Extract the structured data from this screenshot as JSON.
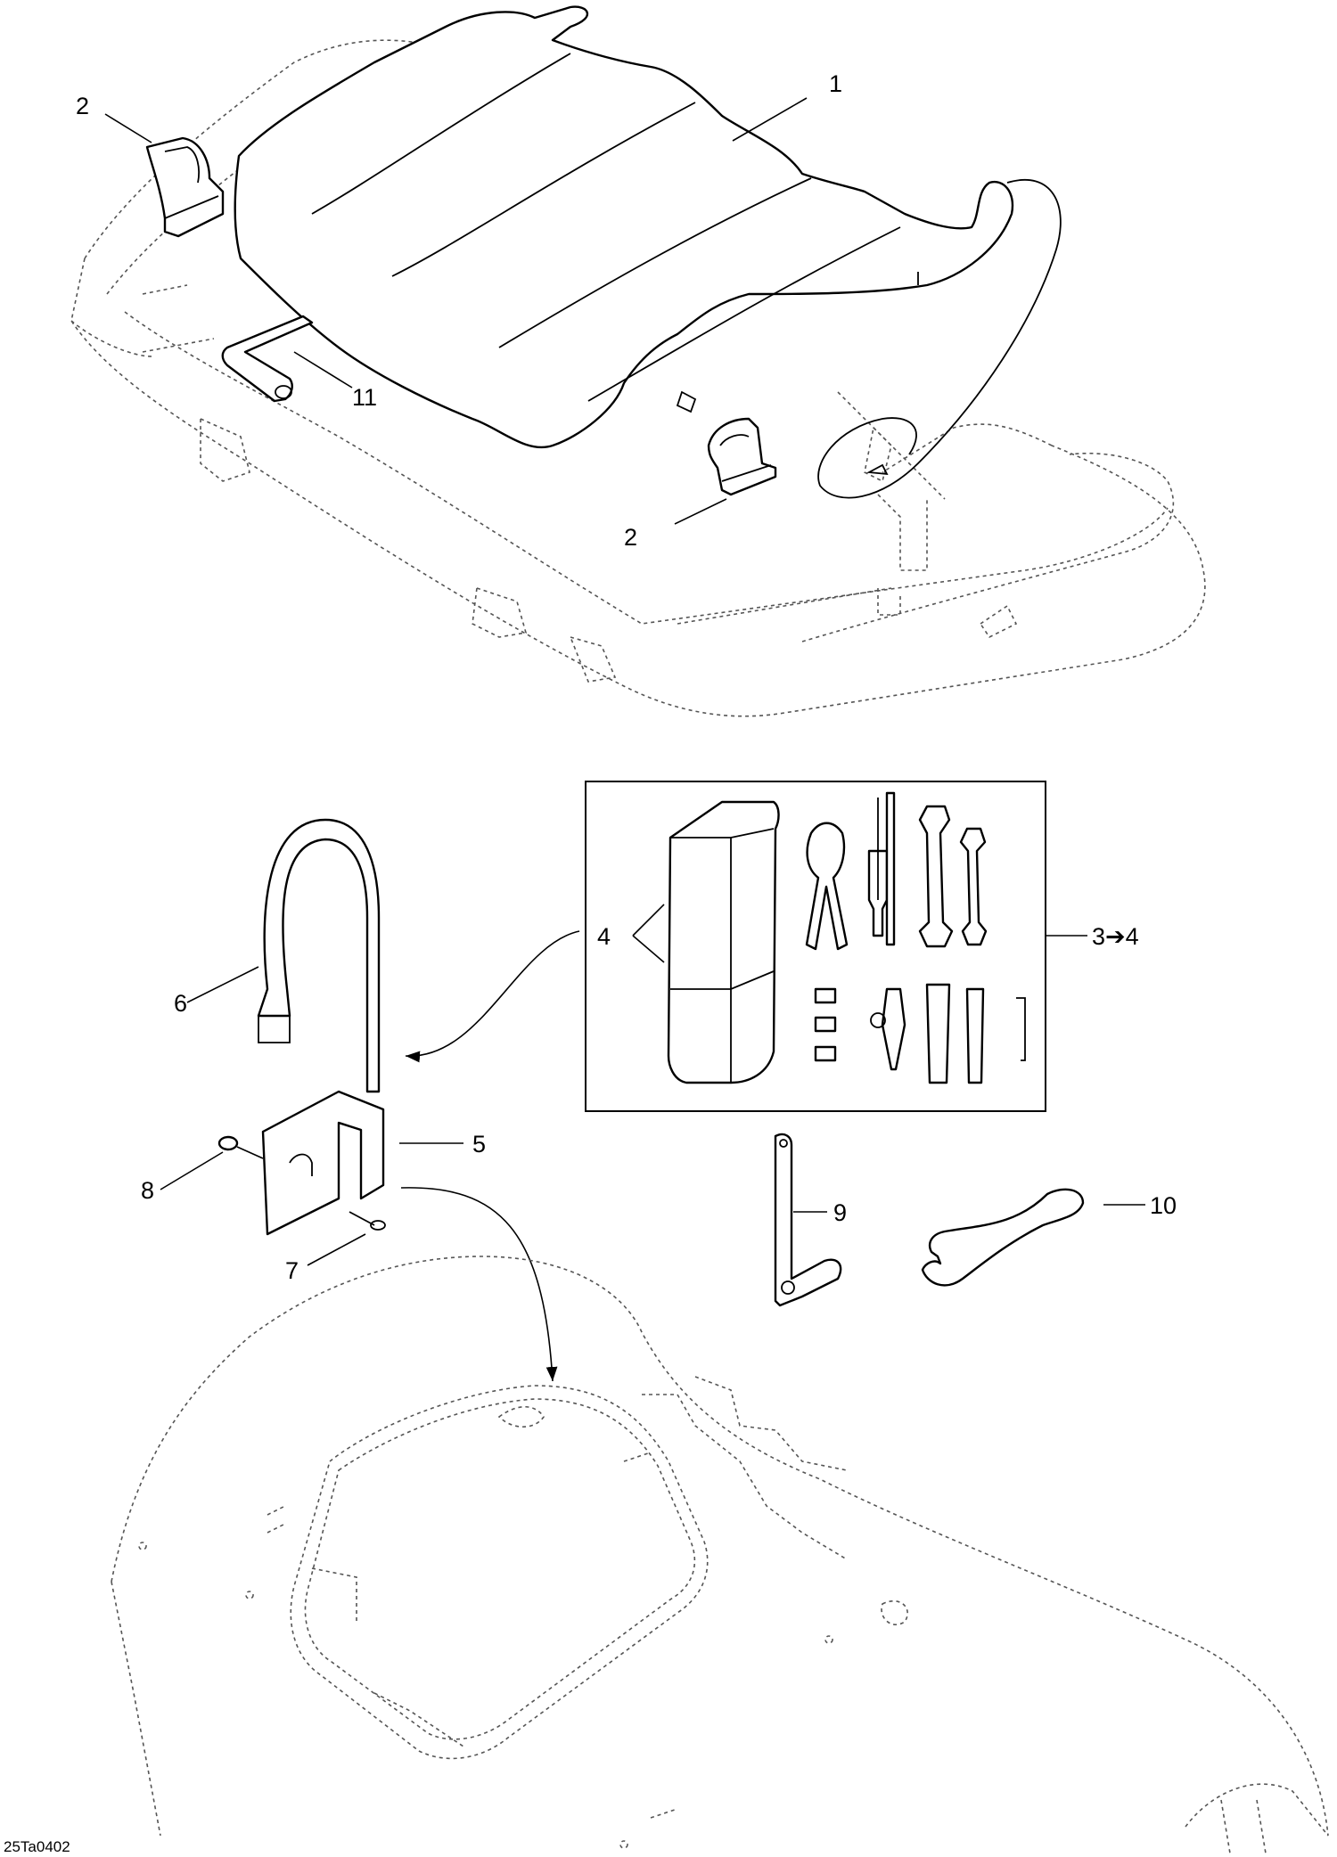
{
  "diagram": {
    "callouts": {
      "c1": "1",
      "c2a": "2",
      "c2b": "2",
      "c3": "3➔4",
      "c4": "4",
      "c5": "5",
      "c6": "6",
      "c7": "7",
      "c8": "8",
      "c9": "9",
      "c10": "10",
      "c11": "11"
    },
    "drawing_code": "25Ta0402"
  },
  "colors": {
    "line": "#000000",
    "phantom": "#555555",
    "background": "#ffffff"
  }
}
